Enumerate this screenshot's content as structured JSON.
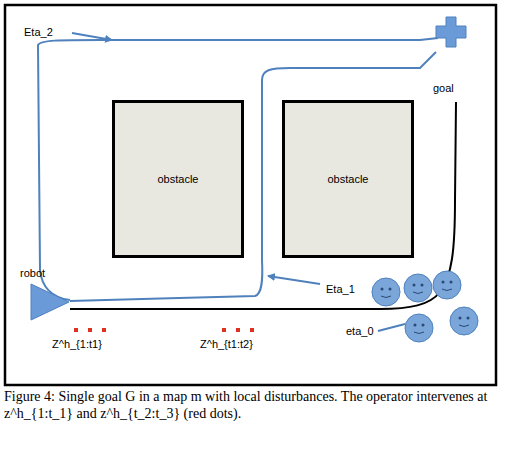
{
  "diagram": {
    "caption": "Figure 4: Single goal G in a map m with local disturbances. The operator intervenes at z^h_{1:t_1} and z^h_{t_2:t_3} (red dots).",
    "nodes": [
      {
        "text": [
          "obstacle"
        ]
      },
      {
        "text": [
          "obstacle"
        ]
      },
      {
        "text": [
          "robot"
        ]
      }
    ],
    "labels": [
      "Eta_2",
      "goal",
      "Eta_1",
      "eta_0",
      "Z^h_{1:t1}",
      "Z^h_{t1:t2}"
    ]
  }
}
